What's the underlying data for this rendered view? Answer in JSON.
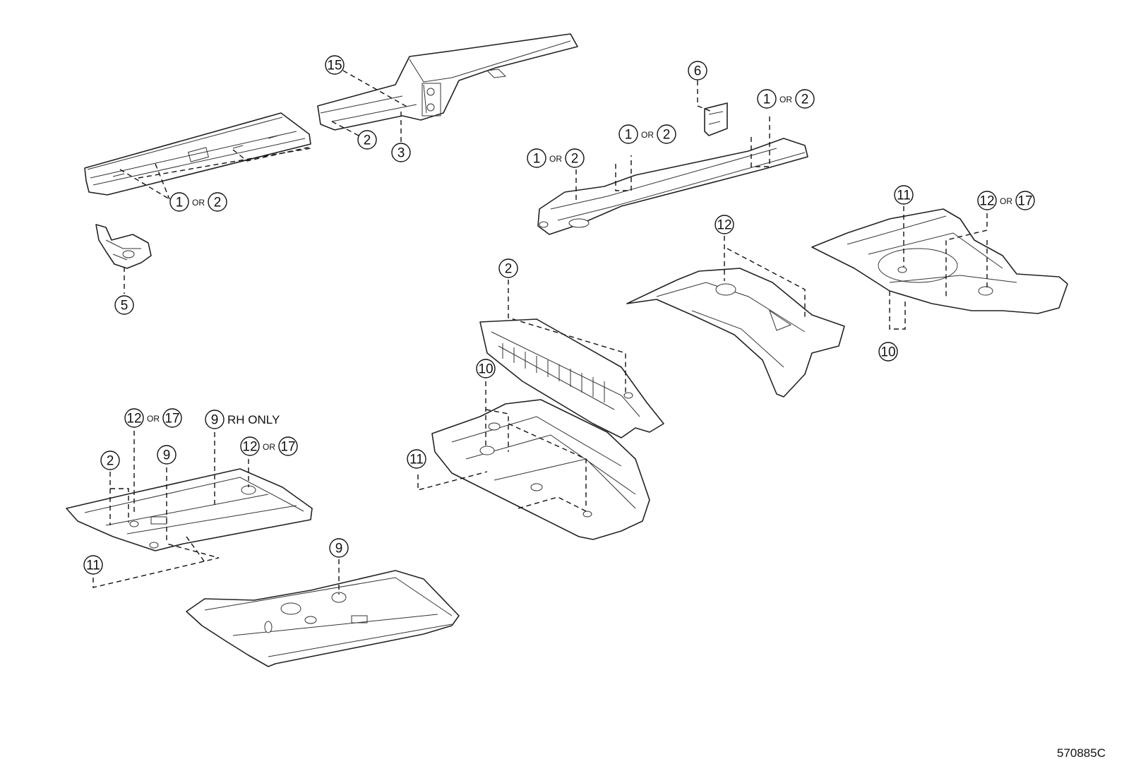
{
  "callouts": {
    "c1": "1",
    "c2": "2",
    "c3": "3",
    "c5": "5",
    "c6": "6",
    "c9": "9",
    "c10": "10",
    "c11": "11",
    "c12": "12",
    "c15": "15",
    "c17": "17"
  },
  "or_label": "OR",
  "rh_only_label": "RH ONLY",
  "reference_code": "570885C"
}
